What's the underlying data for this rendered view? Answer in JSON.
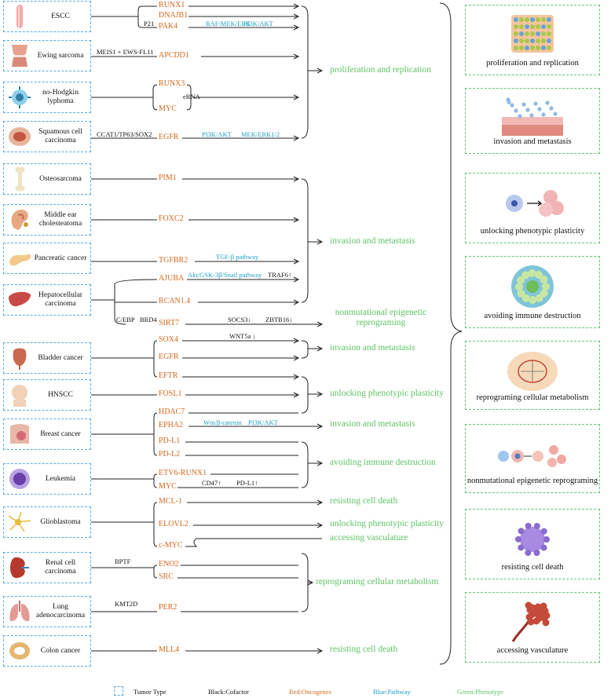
{
  "tumors": [
    {
      "id": "escc",
      "name": "ESCC",
      "icon": "esophagus-icon"
    },
    {
      "id": "ewing",
      "name": "Ewing sarcoma",
      "icon": "knee-joint-icon"
    },
    {
      "id": "nhl",
      "name": "no-Hodgkin lyphoma",
      "icon": "lymphocyte-icon"
    },
    {
      "id": "scc",
      "name": "Squamous cell carcinoma",
      "icon": "skin-lesion-icon"
    },
    {
      "id": "osteo",
      "name": "Osteosarcoma",
      "icon": "bone-icon"
    },
    {
      "id": "ear",
      "name": "Middle ear cholesteatoma",
      "icon": "ear-icon"
    },
    {
      "id": "panc",
      "name": "Pancreatic cancer",
      "icon": "pancreas-icon"
    },
    {
      "id": "hcc",
      "name": "Hepatocellular carcinoma",
      "icon": "liver-icon"
    },
    {
      "id": "bladder",
      "name": "Bladder cancer",
      "icon": "bladder-icon"
    },
    {
      "id": "hnscc",
      "name": "HNSCC",
      "icon": "head-icon"
    },
    {
      "id": "breast",
      "name": "Breast cancer",
      "icon": "breast-icon"
    },
    {
      "id": "leuk",
      "name": "Leukemia",
      "icon": "blood-cell-icon"
    },
    {
      "id": "glio",
      "name": "Glioblastoma",
      "icon": "neuron-icon"
    },
    {
      "id": "renal",
      "name": "Renal cell carcinoma",
      "icon": "kidney-icon"
    },
    {
      "id": "lung",
      "name": "Lung adenocarcinoma",
      "icon": "lungs-icon"
    },
    {
      "id": "colon",
      "name": "Colon cancer",
      "icon": "colon-icon"
    }
  ],
  "genes": [
    {
      "id": "runx1",
      "label": "RUNX1"
    },
    {
      "id": "dnajb1",
      "label": "DNAJB1"
    },
    {
      "id": "pak4",
      "label": "PAK4"
    },
    {
      "id": "apcdd1",
      "label": "APCDD1"
    },
    {
      "id": "runx3",
      "label": "RUNX3"
    },
    {
      "id": "myc_nhl",
      "label": "MYC"
    },
    {
      "id": "egfr_scc",
      "label": "EGFR"
    },
    {
      "id": "pim1",
      "label": "PIM1"
    },
    {
      "id": "foxc2",
      "label": "FOXC2"
    },
    {
      "id": "tgfbr2",
      "label": "TGFBR2"
    },
    {
      "id": "ajuba",
      "label": "AJUBA"
    },
    {
      "id": "rcan14",
      "label": "RCAN1.4"
    },
    {
      "id": "sirt7",
      "label": "SIRT7"
    },
    {
      "id": "sox4",
      "label": "SOX4"
    },
    {
      "id": "egfr_bl",
      "label": "EGFR"
    },
    {
      "id": "eftr",
      "label": "EFTR"
    },
    {
      "id": "fosl1",
      "label": "FOSL1"
    },
    {
      "id": "hdac7",
      "label": "HDAC7"
    },
    {
      "id": "epha2",
      "label": "EPHA2"
    },
    {
      "id": "pdl1",
      "label": "PD-L1"
    },
    {
      "id": "pdl2",
      "label": "PD-L2"
    },
    {
      "id": "etv6",
      "label": "ETV6-RUNX1"
    },
    {
      "id": "myc_leu",
      "label": "MYC"
    },
    {
      "id": "mcl1",
      "label": "MCL-1"
    },
    {
      "id": "elovl2",
      "label": "ELOVL2"
    },
    {
      "id": "cmyc",
      "label": "c-MYC"
    },
    {
      "id": "eno2",
      "label": "ENO2"
    },
    {
      "id": "src",
      "label": "SRC"
    },
    {
      "id": "per2",
      "label": "PER2"
    },
    {
      "id": "mll4",
      "label": "MLL4"
    }
  ],
  "annotations": [
    {
      "id": "p21",
      "text": "P21",
      "kind": "cofactor"
    },
    {
      "id": "raf",
      "text": "RAF/MEK/ERK",
      "kind": "pathway"
    },
    {
      "id": "pi3k1",
      "text": "PI3K/AKT",
      "kind": "pathway"
    },
    {
      "id": "meis1",
      "text": "MEIS1 + EWS-FL11",
      "kind": "cofactor"
    },
    {
      "id": "erna",
      "text": "eRNA",
      "kind": "cofactor"
    },
    {
      "id": "ccat1",
      "text": "CCAT1/TP63/SOX2",
      "kind": "cofactor"
    },
    {
      "id": "pi3k2",
      "text": "PI3K/AKT",
      "kind": "pathway"
    },
    {
      "id": "mek12",
      "text": "MEK/ERK1/2",
      "kind": "pathway"
    },
    {
      "id": "tgfb",
      "text": "TGF-β pathway",
      "kind": "pathway"
    },
    {
      "id": "akt",
      "text": "Akt/GSK-3β/Snail pathway",
      "kind": "pathway"
    },
    {
      "id": "traf6",
      "text": "TRAF6↑",
      "kind": "cofactor"
    },
    {
      "id": "cebp",
      "text": "C/EBP",
      "kind": "cofactor"
    },
    {
      "id": "brd4",
      "text": "BRD4",
      "kind": "cofactor"
    },
    {
      "id": "socs3",
      "text": "SOCS3↓",
      "kind": "cofactor"
    },
    {
      "id": "zbtb16",
      "text": "ZBTB16↓",
      "kind": "cofactor"
    },
    {
      "id": "wnt5a",
      "text": "WNT5a ↓",
      "kind": "cofactor"
    },
    {
      "id": "wnt",
      "text": "Wnt/β-catenin",
      "kind": "pathway"
    },
    {
      "id": "pi3k3",
      "text": "PI3K/AKT",
      "kind": "pathway"
    },
    {
      "id": "cd47",
      "text": "CD47↑",
      "kind": "cofactor"
    },
    {
      "id": "pdl1up",
      "text": "PD-L1↑",
      "kind": "cofactor"
    },
    {
      "id": "bptf",
      "text": "BPTF",
      "kind": "cofactor"
    },
    {
      "id": "kmt2d",
      "text": "KMT2D",
      "kind": "cofactor"
    }
  ],
  "phenotypes": [
    {
      "id": "ph_prolif",
      "text": "proliferation and replication"
    },
    {
      "id": "ph_inv1",
      "text": "invasion and metastasis"
    },
    {
      "id": "ph_nonmut",
      "text": "nonmutational epigenetic reprograming"
    },
    {
      "id": "ph_inv2",
      "text": "invasion and metastasis"
    },
    {
      "id": "ph_plast1",
      "text": "unlocking phenotypic plasticity"
    },
    {
      "id": "ph_inv3",
      "text": "invasion and metastasis"
    },
    {
      "id": "ph_immune",
      "text": "avoiding immune destruction"
    },
    {
      "id": "ph_death1",
      "text": "resisting cell death"
    },
    {
      "id": "ph_plast2",
      "text": "unlocking phenotypic plasticity"
    },
    {
      "id": "ph_vasc",
      "text": "accessing vasculature"
    },
    {
      "id": "ph_metab",
      "text": "reprograming cellular metabolism"
    },
    {
      "id": "ph_death2",
      "text": "resisting cell death"
    }
  ],
  "hallmarks": [
    {
      "id": "hm1",
      "label": "proliferation and replication",
      "icon": "cell-cluster-icon"
    },
    {
      "id": "hm2",
      "label": "invasion and metastasis",
      "icon": "tissue-invasion-icon"
    },
    {
      "id": "hm3",
      "label": "unlocking phenotypic plasticity",
      "icon": "cell-transformation-icon"
    },
    {
      "id": "hm4",
      "label": "avoiding immune destruction",
      "icon": "tumor-immune-icon"
    },
    {
      "id": "hm5",
      "label": "reprograming cellular metabolism",
      "icon": "metabolism-cell-icon"
    },
    {
      "id": "hm6",
      "label": "nonmutational epigenetic reprograming",
      "icon": "epigenetic-cells-icon"
    },
    {
      "id": "hm7",
      "label": "resisting cell death",
      "icon": "dying-cell-icon"
    },
    {
      "id": "hm8",
      "label": "accessing vasculature",
      "icon": "blood-vessel-icon"
    }
  ],
  "legend": {
    "tumor_type": "Tumor Type",
    "cofactor": "Black:Cofactor",
    "oncogenes": "Red:Oncogenes",
    "pathway": "Blue:Pathway",
    "phenotype": "Green:Phenotype"
  },
  "colors": {
    "oncogene": "#d4691e",
    "pathway": "#1c9fc4",
    "phenotype": "#5ec464",
    "tumor_border": "#5aa9e6",
    "hallmark_border": "#66c47a"
  }
}
